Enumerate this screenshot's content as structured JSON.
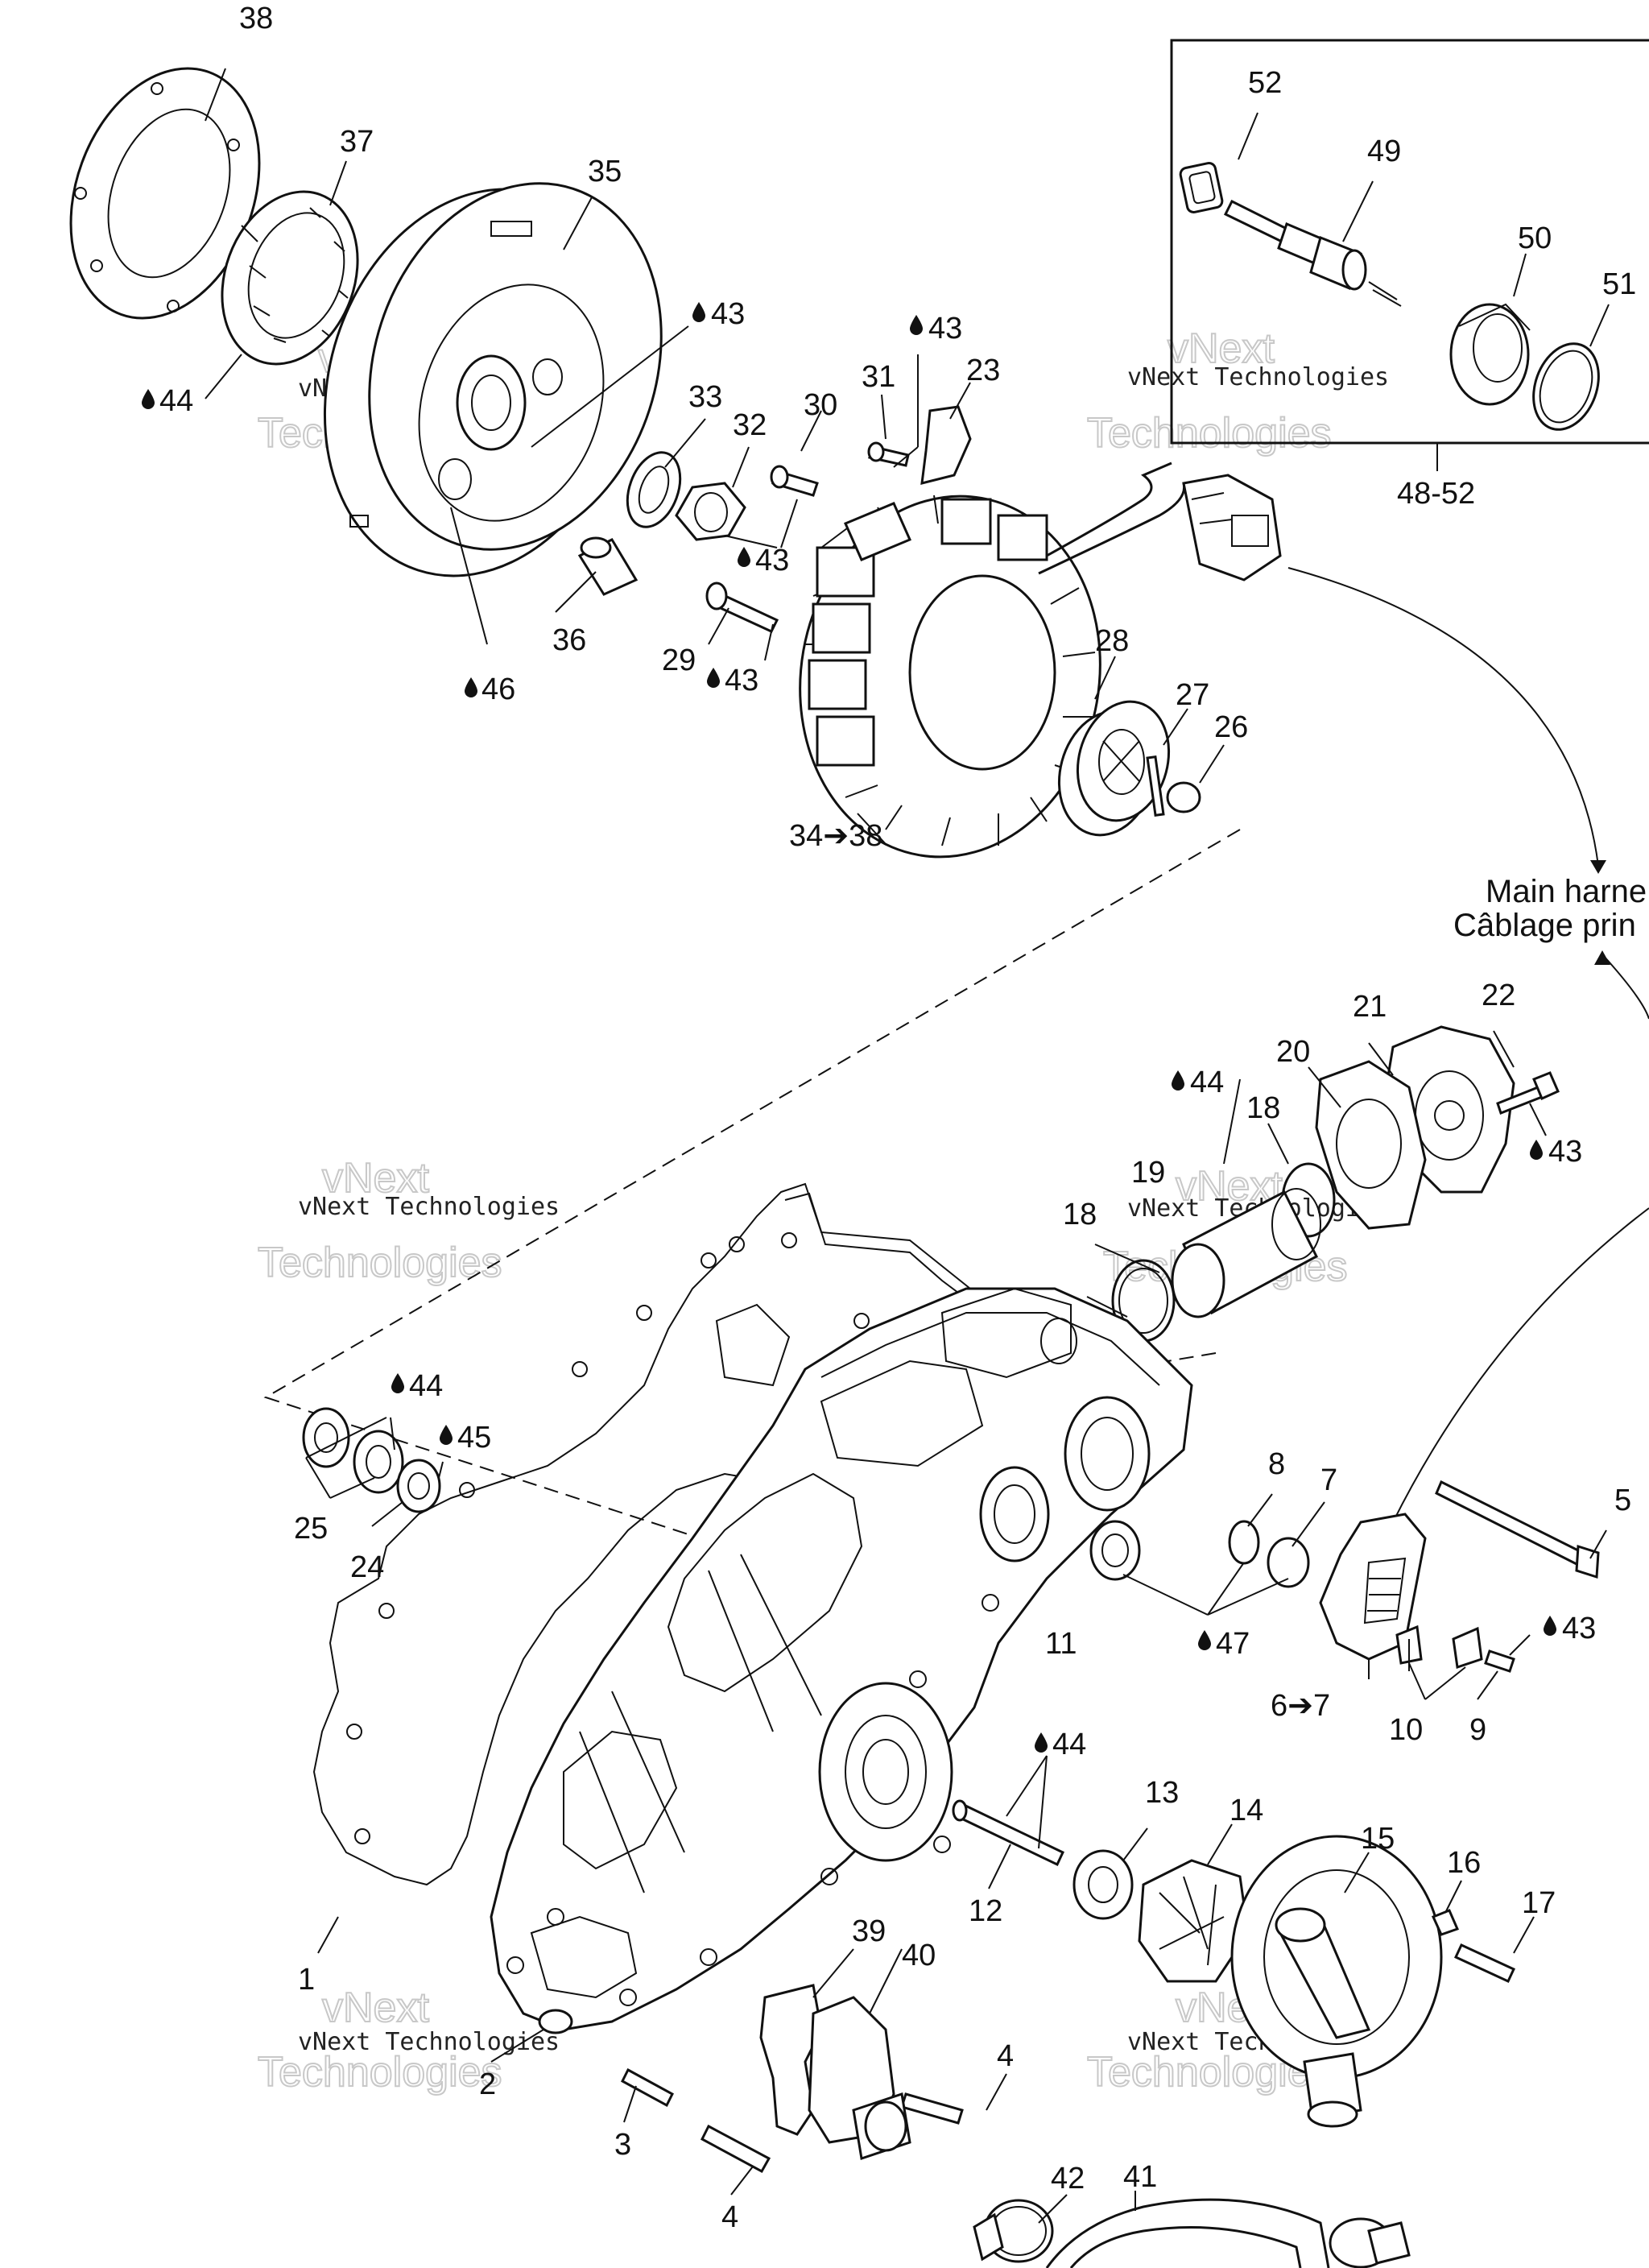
{
  "callouts": {
    "c38": "38",
    "c37": "37",
    "c35": "35",
    "c44a": "44",
    "c43a": "43",
    "c33": "33",
    "c32": "32",
    "c30": "30",
    "c31": "31",
    "c43b": "43",
    "c23": "23",
    "c43c": "43",
    "c29": "29",
    "c43d": "43",
    "c36": "36",
    "c46": "46",
    "c28": "28",
    "c27": "27",
    "c26": "26",
    "c34_38": "34➔38",
    "c52": "52",
    "c49": "49",
    "c50": "50",
    "c51": "51",
    "c48_52": "48-52",
    "c21": "21",
    "c22": "22",
    "c20": "20",
    "c44b": "44",
    "c18a": "18",
    "c43e": "43",
    "c19": "19",
    "c18b": "18",
    "c44c": "44",
    "c45": "45",
    "c25": "25",
    "c24": "24",
    "c8": "8",
    "c7": "7",
    "c5": "5",
    "c11": "11",
    "c47": "47",
    "c43f": "43",
    "c6_7": "6➔7",
    "c10": "10",
    "c9": "9",
    "c44d": "44",
    "c13": "13",
    "c14": "14",
    "c15": "15",
    "c16": "16",
    "c17": "17",
    "c12": "12",
    "c1": "1",
    "c39": "39",
    "c40": "40",
    "c2": "2",
    "c4a": "4",
    "c3": "3",
    "c4b": "4",
    "c42": "42",
    "c41": "41"
  },
  "harness_label": {
    "line1": "Main harne",
    "line2": "Câblage prin"
  },
  "watermark": {
    "line1": "vNext Technologies",
    "outline1": "vNext",
    "outline2": "Technologies"
  },
  "icons": {
    "drop": "oil-drop-icon",
    "arrow": "right-arrow-glyph"
  }
}
